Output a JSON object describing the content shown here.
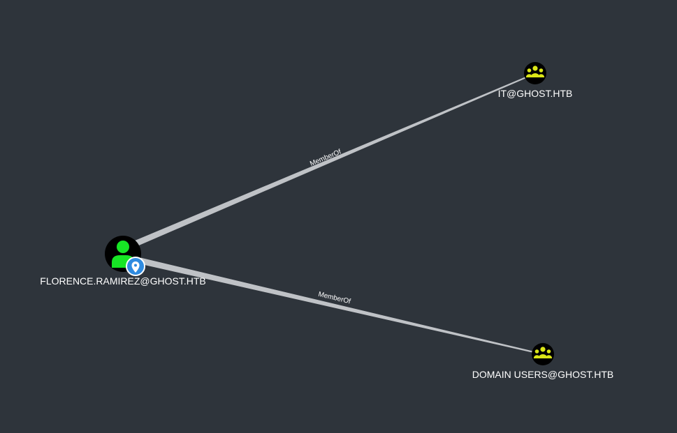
{
  "colors": {
    "background": "#2e343b",
    "edge": "#bfc2c6",
    "user_icon": "#17e625",
    "group_icon": "#dbe617",
    "node_fill": "#000000",
    "owned_marker": "#2f8be0",
    "label_text": "#ffffff"
  },
  "nodes": {
    "user": {
      "label": "FLORENCE.RAMIREZ@GHOST.HTB",
      "type": "User",
      "icon": "user-icon",
      "marker": "location-pin-icon"
    },
    "group_it": {
      "label": "IT@GHOST.HTB",
      "type": "Group",
      "icon": "group-icon"
    },
    "group_domain_users": {
      "label": "DOMAIN USERS@GHOST.HTB",
      "type": "Group",
      "icon": "group-icon"
    }
  },
  "edges": {
    "user_to_it": {
      "label": "MemberOf",
      "source": "FLORENCE.RAMIREZ@GHOST.HTB",
      "target": "IT@GHOST.HTB"
    },
    "user_to_domain_users": {
      "label": "MemberOf",
      "source": "FLORENCE.RAMIREZ@GHOST.HTB",
      "target": "DOMAIN USERS@GHOST.HTB"
    }
  }
}
